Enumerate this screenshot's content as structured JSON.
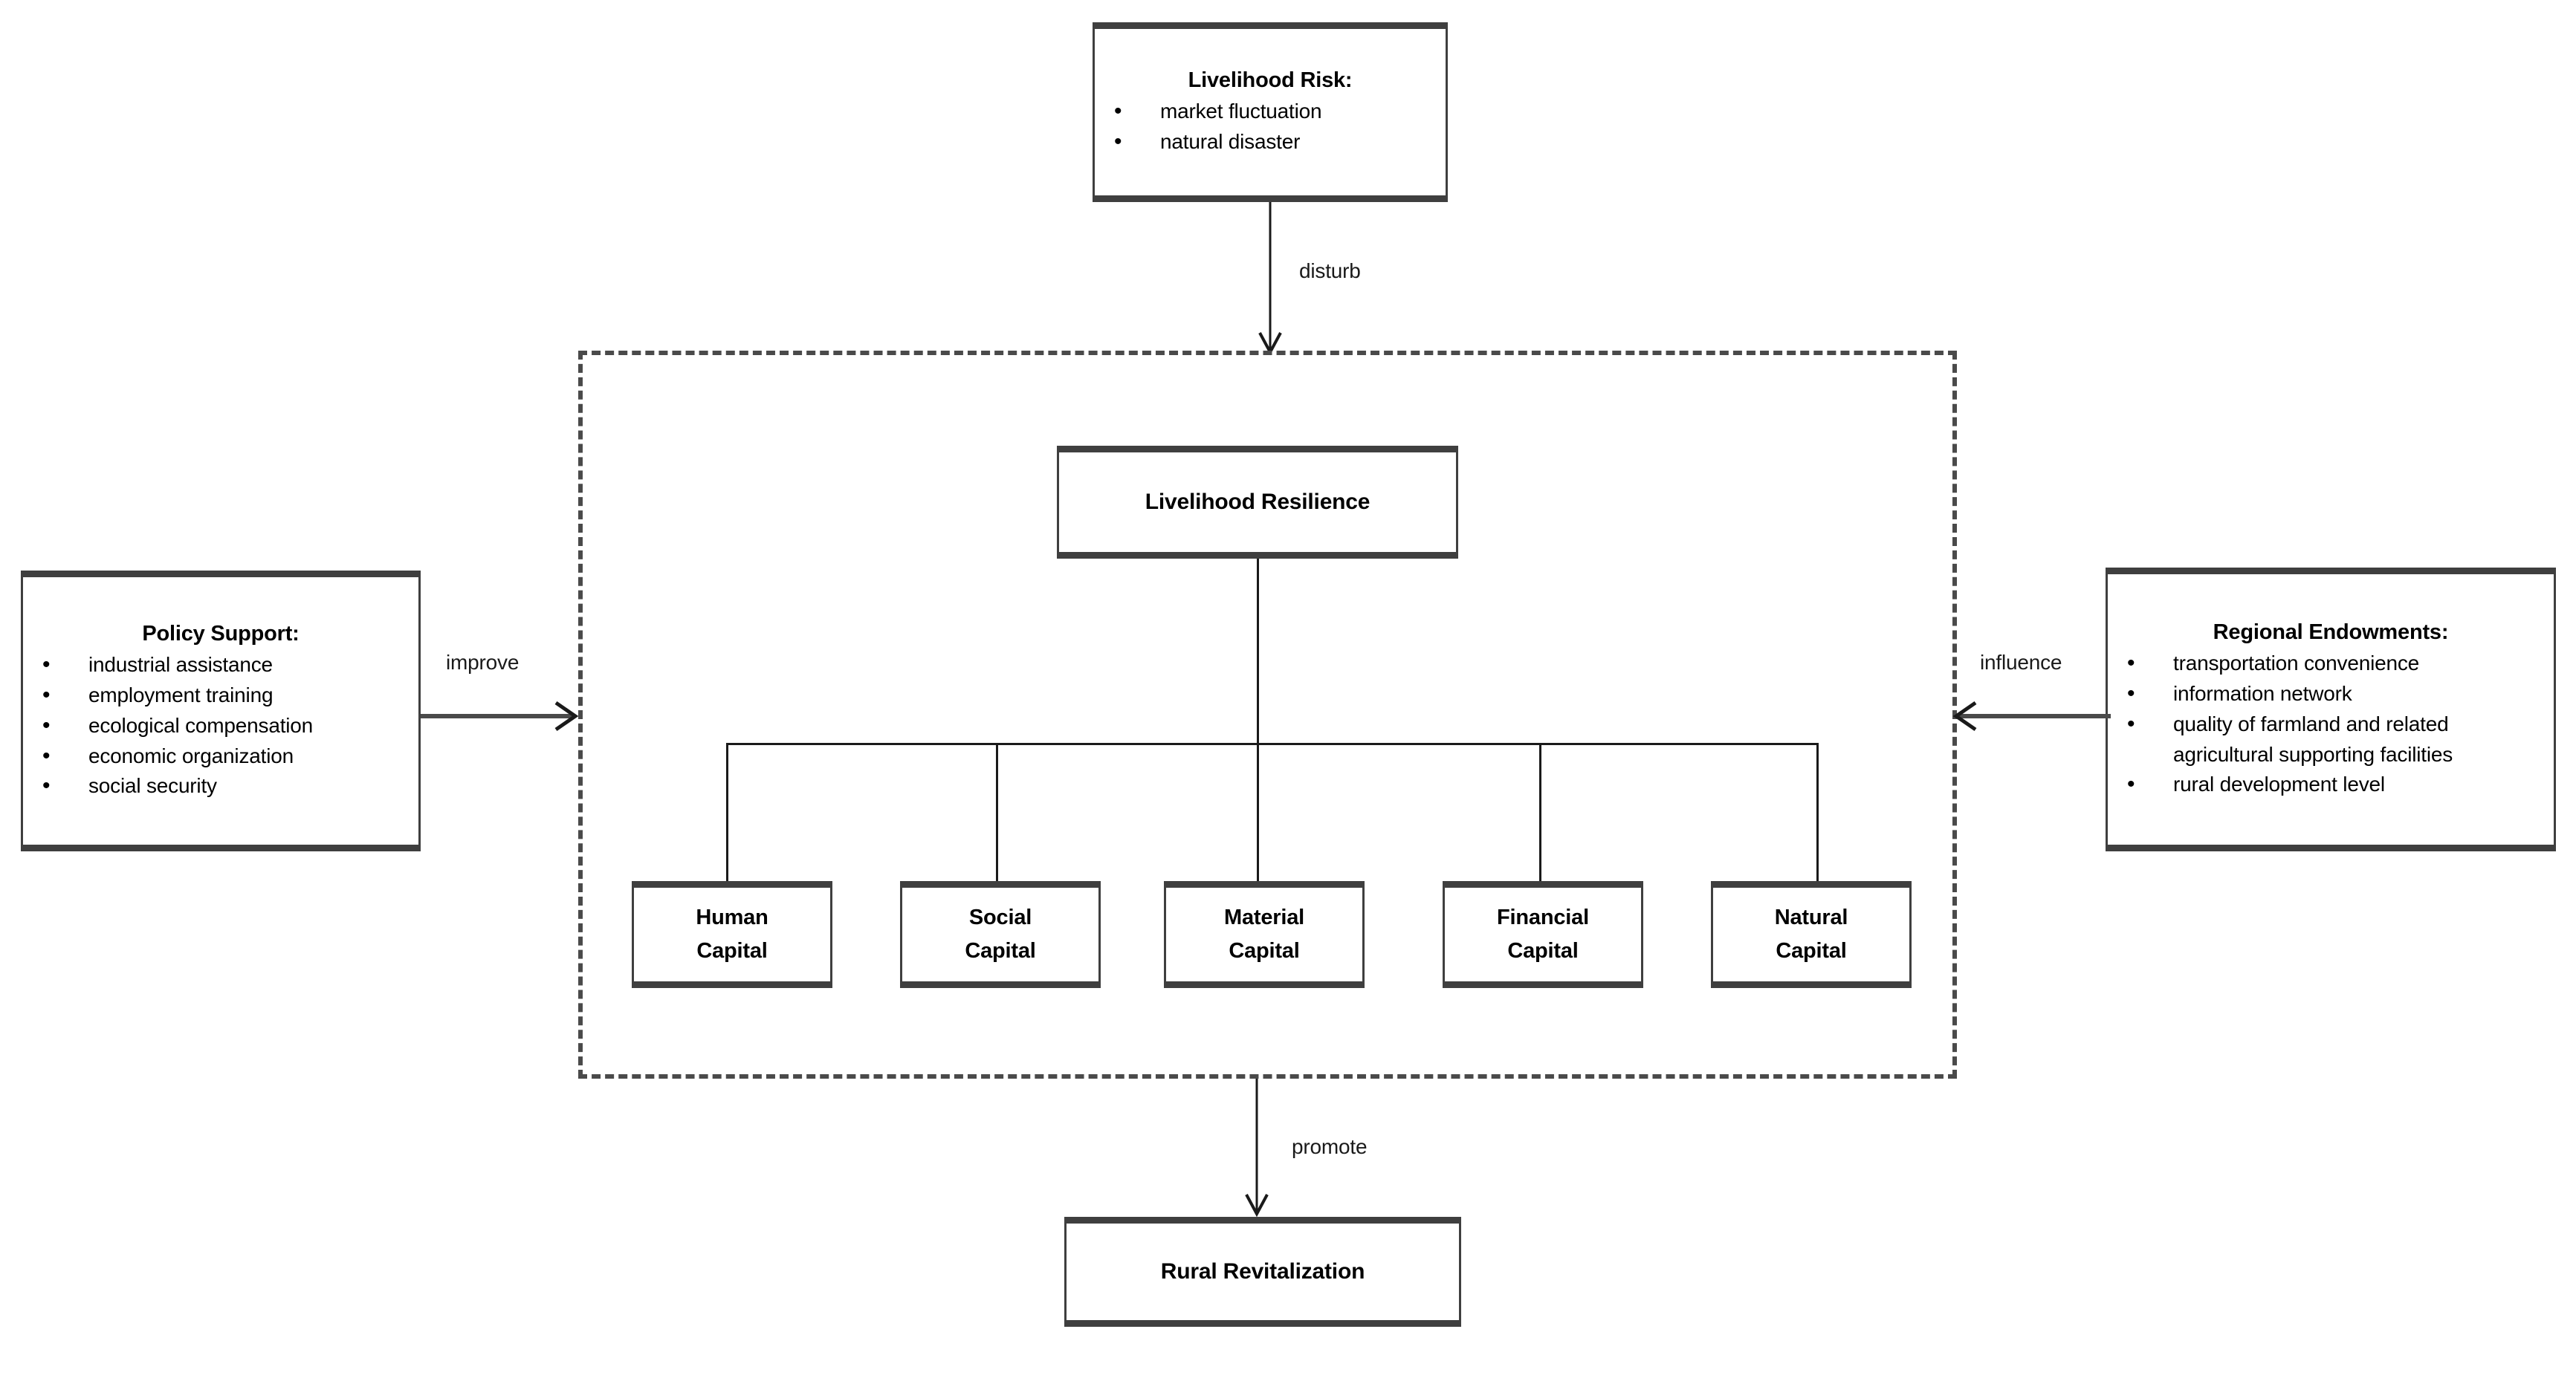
{
  "diagram": {
    "title_nodes": {
      "livelihood_risk": {
        "heading": "Livelihood Risk:",
        "items": [
          "market fluctuation",
          "natural disaster"
        ]
      },
      "policy_support": {
        "heading": "Policy Support:",
        "items": [
          "industrial assistance",
          "employment training",
          "ecological compensation",
          "economic organization",
          "social security"
        ]
      },
      "regional_endowments": {
        "heading": "Regional Endowments:",
        "items": [
          "transportation convenience",
          "information network",
          "quality of farmland and related",
          "agricultural supporting facilities",
          "rural development level"
        ],
        "item_continuations": {
          "2": "agricultural supporting facilities"
        }
      },
      "livelihood_resilience": {
        "label": "Livelihood Resilience"
      },
      "rural_revitalization": {
        "label": "Rural Revitalization"
      }
    },
    "capitals": [
      {
        "line1": "Human",
        "line2": "Capital"
      },
      {
        "line1": "Social",
        "line2": "Capital"
      },
      {
        "line1": "Material",
        "line2": "Capital"
      },
      {
        "line1": "Financial",
        "line2": "Capital"
      },
      {
        "line1": "Natural",
        "line2": "Capital"
      }
    ],
    "edges": [
      {
        "id": "disturb",
        "label": "disturb",
        "from": "livelihood_risk",
        "to": "resilience_system",
        "direction": "down"
      },
      {
        "id": "improve",
        "label": "improve",
        "from": "policy_support",
        "to": "resilience_system",
        "direction": "right"
      },
      {
        "id": "influence",
        "label": "influence",
        "from": "regional_endowments",
        "to": "resilience_system",
        "direction": "left"
      },
      {
        "id": "promote",
        "label": "promote",
        "from": "resilience_system",
        "to": "rural_revitalization",
        "direction": "down"
      }
    ],
    "colors": {
      "box_border": "#3f3f3f",
      "line": "#1a1a1a",
      "dashed_border": "#4a4a4a",
      "background": "#ffffff",
      "text": "#000000"
    }
  }
}
